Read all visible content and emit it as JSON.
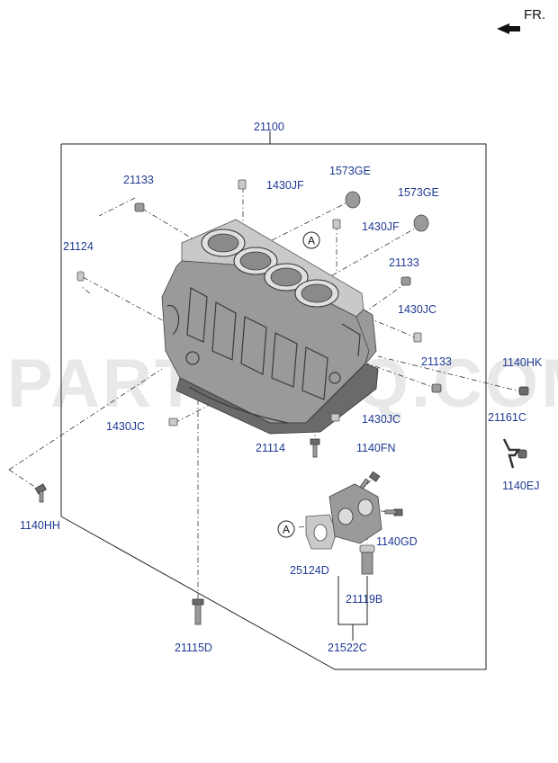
{
  "orientation": {
    "label": "FR."
  },
  "watermark": {
    "text": "PARTSOUQ.COM"
  },
  "callout": {
    "letter": "A"
  },
  "labels": {
    "main_block": "21100",
    "cap_left": "21133",
    "plug_top_a": "1430JF",
    "cap_top": "1573GE",
    "plug_top_b": "1430JF",
    "cap_right_top": "1573GE",
    "dowel_left": "21124",
    "cap_right_mid": "21133",
    "plug_right": "1430JC",
    "cap_right_low": "21133",
    "bolt_far_right": "1140HK",
    "bracket_right": "21161C",
    "bracket_bolt": "1140EJ",
    "plug_left": "1430JC",
    "plug_bottom": "1430JC",
    "bolt_bottom": "21114",
    "bolt_housing": "1140FN",
    "bolt_left": "1140HH",
    "bolt_housing_b": "1140GD",
    "gasket": "25124D",
    "jet": "21119B",
    "long_bolt": "21115D",
    "assembly": "21522C"
  }
}
